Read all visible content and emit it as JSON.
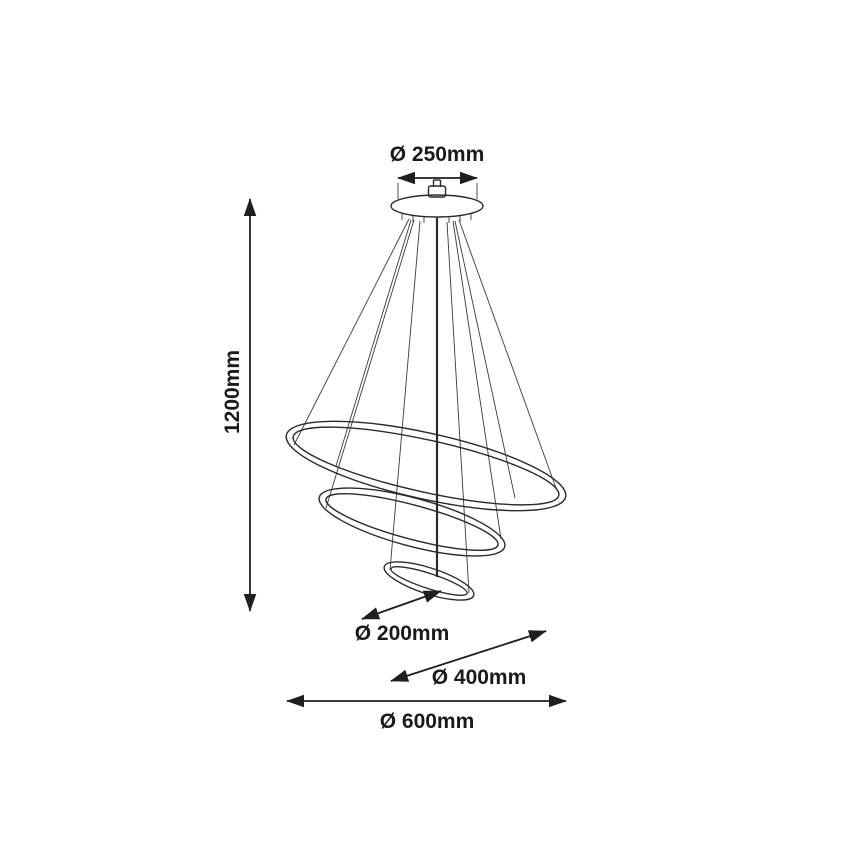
{
  "diagram": {
    "name": "Pendant light dimension drawing",
    "labels": {
      "canopy_diameter": "Ø 250mm",
      "height": "1200mm",
      "ring_small_diameter": "Ø 200mm",
      "ring_middle_diameter": "Ø 400mm",
      "ring_large_diameter": "Ø 600mm"
    },
    "colors": {
      "line": "#2a2a2a",
      "text": "#1a1a1a",
      "background": "#ffffff"
    }
  }
}
